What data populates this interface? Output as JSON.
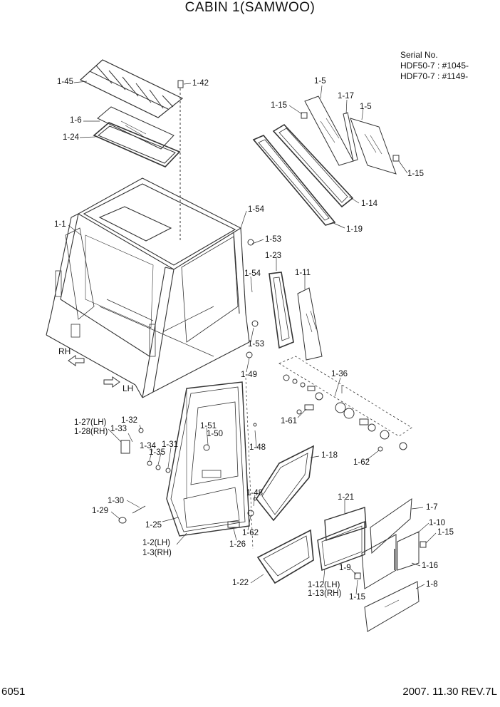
{
  "title": "CABIN 1(SAMWOO)",
  "serial": {
    "heading": "Serial No.",
    "lines": [
      "HDF50-7 : #1045-",
      "HDF70-7 : #1149-"
    ]
  },
  "footer": {
    "page_number": "6051",
    "revision": "2007. 11.30 REV.7L"
  },
  "directions": {
    "rh": "RH",
    "lh": "LH"
  },
  "callouts": [
    "1-45",
    "1-42",
    "1-6",
    "1-24",
    "1-5",
    "1-17",
    "1-5",
    "1-15",
    "1-15",
    "1-14",
    "1-19",
    "1-54",
    "1-1",
    "1-53",
    "1-23",
    "1-11",
    "1-54",
    "1-53",
    "1-49",
    "1-36",
    "1-61",
    "1-27(LH)",
    "1-28(RH)",
    "1-32",
    "1-33",
    "1-51",
    "1-50",
    "1-34",
    "1-31",
    "1-35",
    "1-48",
    "1-18",
    "1-62",
    "1-48",
    "1-30",
    "1-29",
    "1-25",
    "1-62",
    "1-2(LH)",
    "1-3(RH)",
    "1-26",
    "1-21",
    "1-7",
    "1-10",
    "1-15",
    "1-16",
    "1-9",
    "1-15",
    "1-8",
    "1-22",
    "1-12(LH)",
    "1-13(RH)"
  ]
}
